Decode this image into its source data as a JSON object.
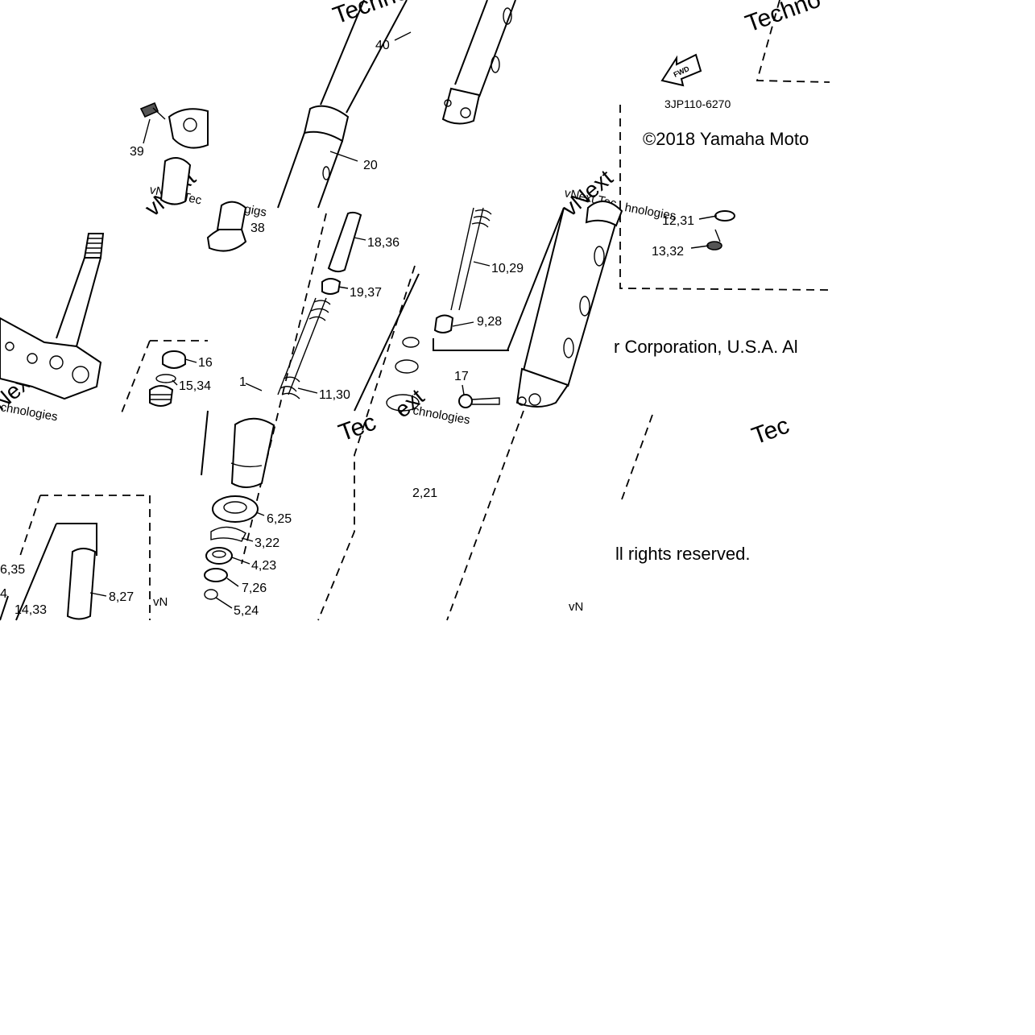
{
  "diagram": {
    "part_code": "3JP110-6270",
    "fwd_label": "FWD",
    "copyright_parts": [
      "©2018 Yamaha Moto",
      "r Corporation, U.S.A. Al",
      "ll rights reserved."
    ],
    "watermarks": {
      "techno": "Techno",
      "tec": "Tec",
      "vnext": "vNext",
      "vnext_tec": "vNext Tec",
      "vnext_technologies": "vNext Technologies",
      "vn": "vN",
      "chnologies": "chnologies",
      "hnologies": "hnologies",
      "glgs": "-gigs",
      "ext": "ext"
    },
    "callouts": [
      "40",
      "39",
      "20",
      "38",
      "18,36",
      "19,37",
      "1",
      "11,30",
      "10,29",
      "9,28",
      "17",
      "12,31",
      "13,32",
      "16",
      "15,34",
      "6,25",
      "3,22",
      "4,23",
      "7,26",
      "5,24",
      "2,21",
      "6,35",
      "4",
      "14,33",
      "8,27"
    ]
  }
}
